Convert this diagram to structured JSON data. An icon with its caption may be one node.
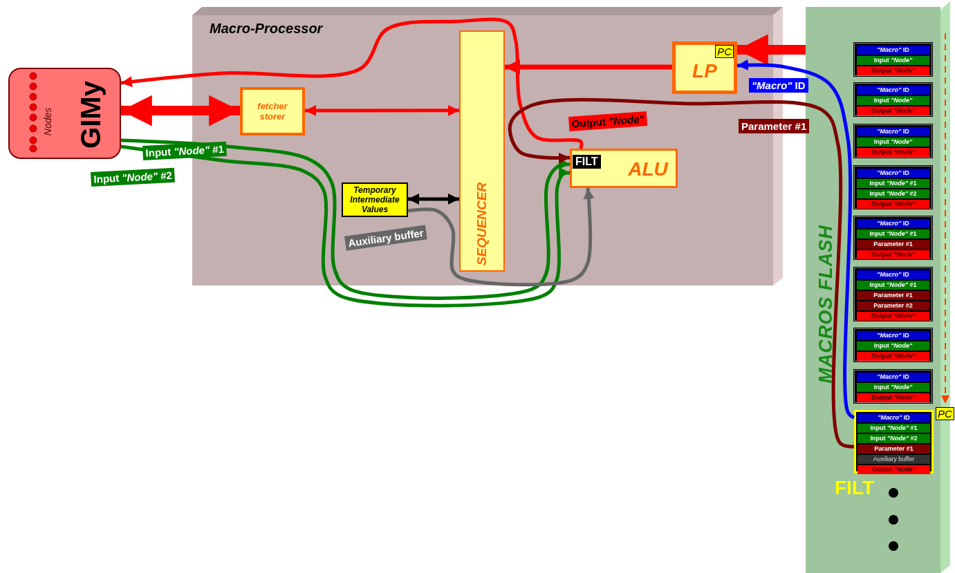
{
  "diagram": {
    "nodes": [
      {
        "text": [
          "Macro-Processor"
        ]
      },
      {
        "text": [
          "GIMy",
          "Nodes"
        ]
      },
      {
        "text": [
          "fetcher storer"
        ],
        "in": 0
      },
      {
        "text": [
          "SEQUENCER"
        ],
        "in": 0
      },
      {
        "text": [
          "FILT",
          "ALU"
        ],
        "in": 0
      },
      {
        "text": [
          "Temporary Intermediate Values"
        ],
        "in": 0
      },
      {
        "text": [
          "LP",
          "PC"
        ],
        "in": 0
      },
      {
        "text": [
          "MACROS FLASH"
        ]
      },
      {
        "text": [
          "*\"Macro\"* ID",
          "Input *\"Node\"*",
          "Output *\"Node\"*"
        ],
        "in": 7
      },
      {
        "text": [
          "*\"Macro\"* ID",
          "Input *\"Node\"*",
          "Output *\"Node\"*"
        ],
        "in": 7
      },
      {
        "text": [
          "*\"Macro\"* ID",
          "Input *\"Node\"*",
          "Output *\"Node\"*"
        ],
        "in": 7
      },
      {
        "text": [
          "*\"Macro\"* ID",
          "Input *\"Node\"* #1",
          "Input *\"Node\"* #2",
          "Output *\"Node\"*"
        ],
        "in": 7
      },
      {
        "text": [
          "*\"Macro\"* ID",
          "Input *\"Node\"* #1",
          "Parameter #1",
          "Output *\"Node\"*"
        ],
        "in": 7
      },
      {
        "text": [
          "*\"Macro\"* ID",
          "Input *\"Node\"* #1",
          "Parameter #1",
          "Parameter #2",
          "Output *\"Node\"*"
        ],
        "in": 7
      },
      {
        "text": [
          "*\"Macro\"* ID",
          "Input *\"Node\"*",
          "Output *\"Node\"*"
        ],
        "in": 7
      },
      {
        "text": [
          "*\"Macro\"* ID",
          "Input *\"Node\"*",
          "Output *\"Node\"*"
        ],
        "in": 7
      },
      {
        "text": [
          "*\"Macro\"* ID",
          "Input *\"Node\"* #1",
          "Input *\"Node\"* #2",
          "Parameter #1",
          "Auxiliary buffer",
          "Output *\"Node\"*"
        ],
        "in": 7,
        "beside": [
          "PC",
          "FILT"
        ]
      }
    ],
    "edges": [
      {
        "from": 7,
        "to": 6,
        "arrow": "to",
        "style": "thick"
      },
      {
        "from": 6,
        "to": 3,
        "arrow": "to"
      },
      {
        "from": 4,
        "to": 1,
        "arrow": "to",
        "label": "Output *\"Node\"*"
      },
      {
        "from": 1,
        "to": 2,
        "arrow": "both",
        "style": "thick"
      },
      {
        "from": 2,
        "to": 3,
        "arrow": "both"
      },
      {
        "from": 1,
        "to": 4,
        "arrow": "to",
        "label": "Input *\"Node\"* #1",
        "color": "#008000"
      },
      {
        "from": 1,
        "to": 4,
        "arrow": "to",
        "label": "Input *\"Node\"* #2",
        "color": "#008000"
      },
      {
        "from": 16,
        "to": 4,
        "arrow": "to",
        "label": "Parameter #1",
        "color": "#800000"
      },
      {
        "from": 16,
        "to": 6,
        "arrow": "to",
        "label": "*\"Macro\"* ID",
        "color": "#0000ff"
      },
      {
        "from": 5,
        "to": 3,
        "arrow": "both",
        "color": "#000000"
      },
      {
        "from": 5,
        "to": 4,
        "arrow": "to",
        "label": "Auxiliary buffer",
        "color": "#666666"
      }
    ]
  }
}
